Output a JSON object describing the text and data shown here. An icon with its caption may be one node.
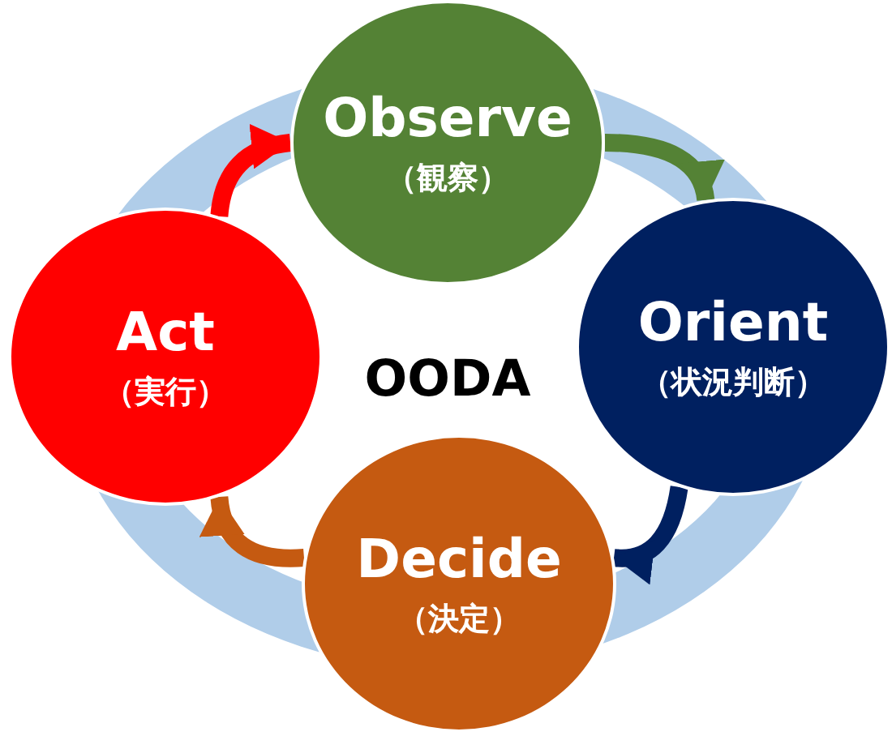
{
  "diagram": {
    "nodes": [
      {
        "text": [
          "Observe",
          "（観察）"
        ]
      },
      {
        "text": [
          "Orient",
          "（状況判断）"
        ]
      },
      {
        "text": [
          "Decide",
          "（決定）"
        ]
      },
      {
        "text": [
          "Act",
          "（実行）"
        ]
      }
    ],
    "edges": [
      {
        "from": 0,
        "to": 1,
        "arrow": "to",
        "color": "#548235"
      },
      {
        "from": 1,
        "to": 2,
        "arrow": "to",
        "color": "#002060"
      },
      {
        "from": 2,
        "to": 3,
        "arrow": "to",
        "color": "#c55a11"
      },
      {
        "from": 3,
        "to": 0,
        "arrow": "to",
        "color": "#ff0000"
      }
    ],
    "labels": [
      "OODA"
    ]
  }
}
